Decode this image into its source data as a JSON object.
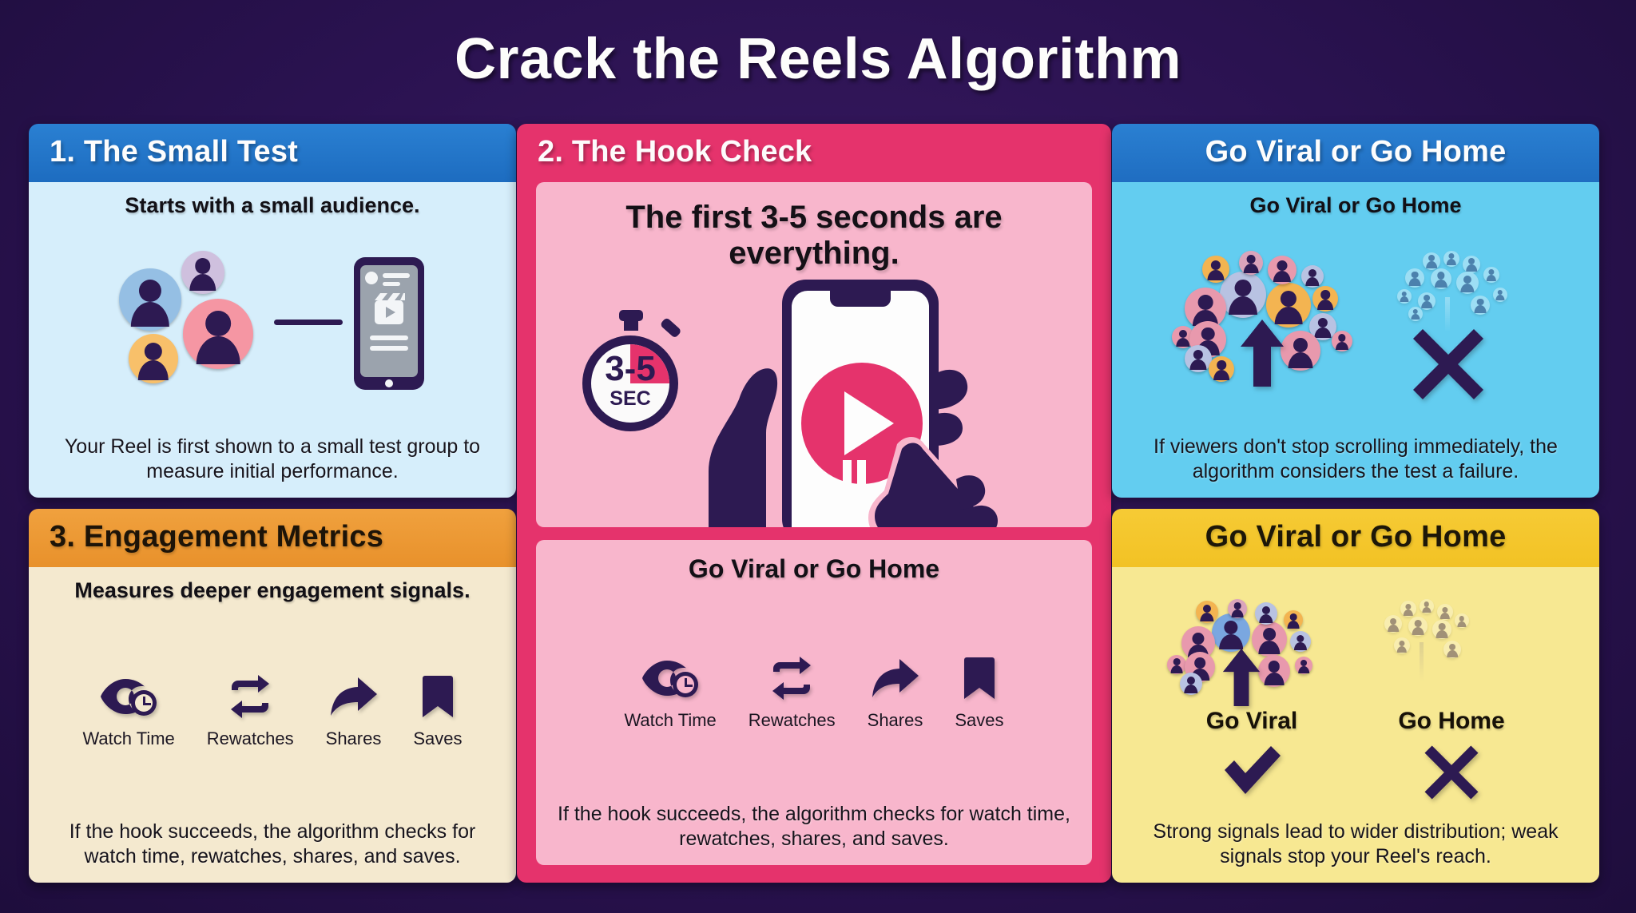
{
  "header": {
    "title": "Crack the Reels Algorithm"
  },
  "colors": {
    "background": "#2a1250",
    "blue_header": "#2a80d2",
    "blue_body": "#d6eefb",
    "orange_header": "#f0a13e",
    "orange_body": "#f4e9cf",
    "pink_card": "#e5336c",
    "pink_panel": "#f8b6cc",
    "cyan_body": "#63cdf0",
    "yellow_header": "#f6cb35",
    "yellow_body": "#f7e892",
    "ink": "#2d1a52",
    "accent_red": "#e5336c"
  },
  "cards": {
    "small_test": {
      "header": "1. The Small Test",
      "subhead": "Starts with a small audience.",
      "caption": "Your Reel is first shown to a small test group to measure initial performance.",
      "icons": {
        "audience": "audience-cluster-icon",
        "connector": "connector-line-icon",
        "phone": "phone-reel-icon"
      }
    },
    "hook_check": {
      "header": "2. The Hook Check",
      "headline": "The first 3-5 seconds are everything.",
      "stopwatch": {
        "value": "3-5",
        "unit": "SEC"
      },
      "panel_title": "Go Viral or Go Home",
      "caption": "If the hook succeeds, the algorithm checks for watch time, rewatches, shares, and saves."
    },
    "engagement": {
      "header": "3. Engagement Metrics",
      "subhead": "Measures deeper engagement signals.",
      "caption": "If the hook succeeds, the algorithm checks for watch time, rewatches, shares, and saves."
    },
    "viral_top": {
      "header": "Go Viral or Go Home",
      "subhead": "Go Viral or Go Home",
      "caption": "If viewers don't stop scrolling immediately, the algorithm considers the test a failure.",
      "icons": {
        "growth": "audience-growth-icon",
        "failure": "audience-fade-icon",
        "x": "cross-icon"
      }
    },
    "viral_bottom": {
      "header": "Go Viral or Go Home",
      "outcomes": [
        {
          "label": "Go Viral",
          "mark": "check-icon"
        },
        {
          "label": "Go Home",
          "mark": "cross-icon"
        }
      ],
      "caption": "Strong signals lead to wider distribution; weak signals stop your Reel's reach."
    }
  },
  "metrics": [
    {
      "label": "Watch Time",
      "icon": "eye-clock-icon"
    },
    {
      "label": "Rewatches",
      "icon": "repeat-icon"
    },
    {
      "label": "Shares",
      "icon": "share-arrow-icon"
    },
    {
      "label": "Saves",
      "icon": "bookmark-icon"
    }
  ]
}
